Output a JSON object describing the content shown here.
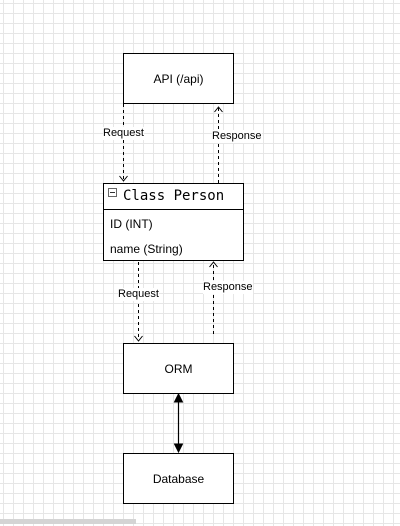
{
  "nodes": {
    "api": "API (/api)",
    "orm": "ORM",
    "database": "Database"
  },
  "class_person": {
    "title": "Class Person",
    "attributes": [
      "ID (INT)",
      "name (String)"
    ]
  },
  "edges": {
    "request_top": "Request",
    "response_top": "Response",
    "request_bottom": "Request",
    "response_bottom": "Response"
  },
  "colors": {
    "line": "#000000",
    "grid": "#e6e6e6",
    "node_fill": "#ffffff"
  },
  "icons": {
    "collapse": "minus-square-icon"
  }
}
